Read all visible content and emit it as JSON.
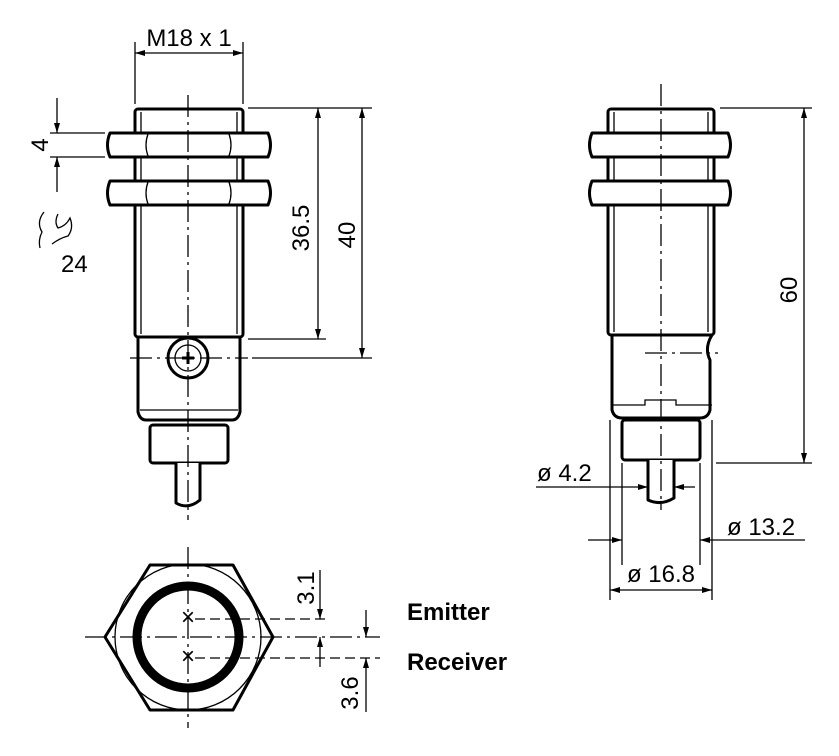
{
  "side_view": {
    "thread_label": "M18 x 1",
    "nut_thickness": "4",
    "wrench_size": "24",
    "thread_length": "36.5",
    "optical_axis_length": "40"
  },
  "front_view": {
    "total_length": "60",
    "cable_diameter": "ø 4.2",
    "connector_diameter": "ø 13.2",
    "housing_diameter": "ø 16.8"
  },
  "bottom_view": {
    "emitter_offset": "3.1",
    "receiver_offset": "3.6",
    "emitter_label": "Emitter",
    "receiver_label": "Receiver"
  }
}
